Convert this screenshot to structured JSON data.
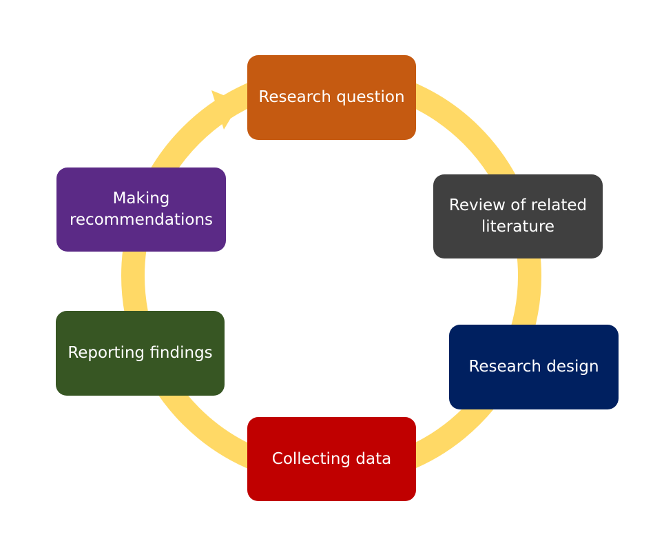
{
  "diagram": {
    "type": "cycle",
    "arrow_color": "#FFD966",
    "steps": [
      {
        "id": "research-question",
        "label": "Research question",
        "color": "#C55A11"
      },
      {
        "id": "review-literature",
        "label": "Review of related\nliterature",
        "color": "#404040"
      },
      {
        "id": "research-design",
        "label": "Research design",
        "color": "#002060"
      },
      {
        "id": "collecting-data",
        "label": "Collecting data",
        "color": "#C00000"
      },
      {
        "id": "reporting-findings",
        "label": "Reporting findings",
        "color": "#375623"
      },
      {
        "id": "making-recommendations",
        "label": "Making\nrecommendations",
        "color": "#5B2A86"
      }
    ]
  }
}
